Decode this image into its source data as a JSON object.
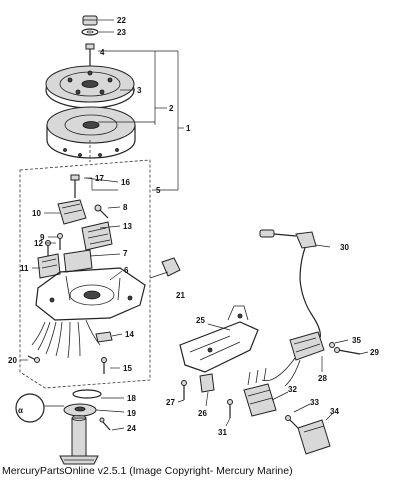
{
  "caption": "MercuryPartsOnline v2.5.1 (Image Copyright- Mercury Marine)",
  "callouts": [
    "22",
    "23",
    "4",
    "3",
    "2",
    "1",
    "17",
    "16",
    "5",
    "10",
    "8",
    "9",
    "13",
    "7",
    "12",
    "11",
    "6",
    "21",
    "30",
    "25",
    "14",
    "20",
    "15",
    "28",
    "35",
    "29",
    "18",
    "19",
    "24",
    "27",
    "26",
    "32",
    "31",
    "33",
    "34"
  ],
  "symbol": "α"
}
